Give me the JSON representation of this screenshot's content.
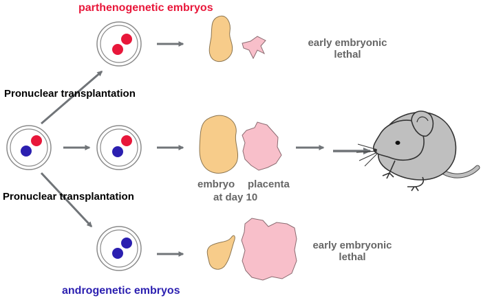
{
  "colors": {
    "maternal": "#e8173a",
    "paternal": "#2b1fb0",
    "embryo": "#f7cc8a",
    "placenta": "#f8bfca",
    "arrow": "#707478",
    "mouse": "#bfbfbf"
  },
  "labels": {
    "parthenogenetic": "parthenogenetic embryos",
    "androgenetic": "androgenetic embryos",
    "transplant_upper": "Pronuclear transplantation",
    "transplant_lower": "Pronuclear transplantation",
    "outcome_top_line1": "early embryonic",
    "outcome_top_line2": "lethal",
    "outcome_bottom_line1": "early embryonic",
    "outcome_bottom_line2": "lethal",
    "embryo": "embryo",
    "placenta": "placenta",
    "day": "at day 10"
  },
  "icons": {
    "zygote": "zygote-icon",
    "mouse": "mouse-icon"
  }
}
